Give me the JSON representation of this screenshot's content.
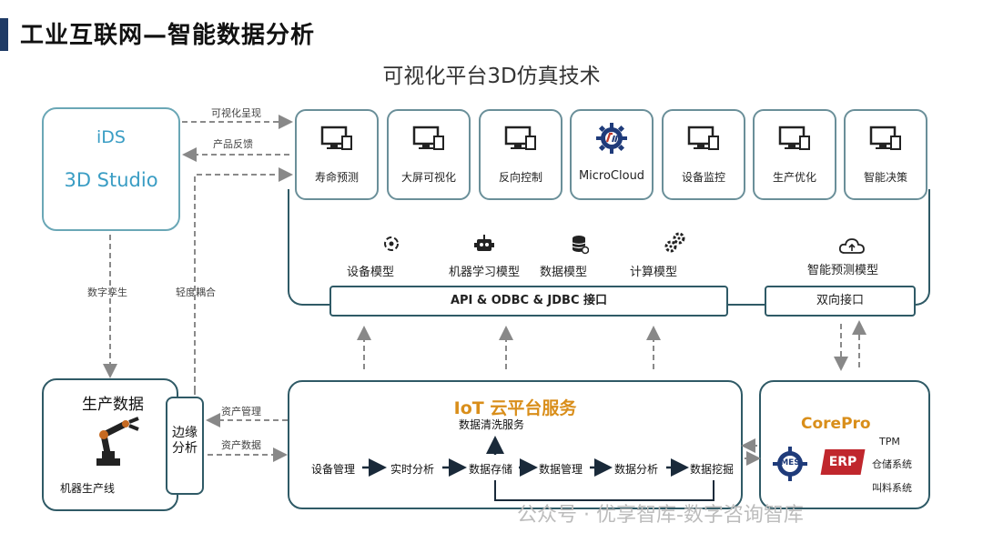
{
  "header": {
    "title": "工业互联网—智能数据分析",
    "subtitle": "可视化平台3D仿真技术"
  },
  "ids": {
    "line1": "iDS",
    "line2": "3D Studio"
  },
  "connectors": {
    "visual": "可视化呈现",
    "feedback": "产品反馈",
    "twin": "数字孪生",
    "coupling": "轻度耦合",
    "asset_mgmt": "资产管理",
    "asset_data": "资产数据"
  },
  "tiles": [
    {
      "label": "寿命预测",
      "icon": "monitor-icon"
    },
    {
      "label": "大屏可视化",
      "icon": "monitor-icon"
    },
    {
      "label": "反向控制",
      "icon": "monitor-icon"
    },
    {
      "label": "MicroCloud",
      "icon": "gear-logo-icon"
    },
    {
      "label": "设备监控",
      "icon": "monitor-icon"
    },
    {
      "label": "生产优化",
      "icon": "monitor-icon"
    },
    {
      "label": "智能决策",
      "icon": "monitor-icon"
    }
  ],
  "models": [
    {
      "label": "设备模型",
      "icon": "device-icon"
    },
    {
      "label": "机器学习模型",
      "icon": "robot-icon"
    },
    {
      "label": "数据模型",
      "icon": "database-icon"
    },
    {
      "label": "计算模型",
      "icon": "gears-icon"
    },
    {
      "label": "智能预测模型",
      "icon": "cloud-icon"
    }
  ],
  "interfaces": {
    "api": "API & ODBC & JDBC 接口",
    "bidirectional": "双向接口"
  },
  "production": {
    "title": "生产数据",
    "caption": "机器生产线",
    "edge": "边缘分析"
  },
  "iot": {
    "title": "IoT 云平台服务",
    "cleaning": "数据清洗服务",
    "flow": [
      "设备管理",
      "实时分析",
      "数据存储",
      "数据管理",
      "数据分析",
      "数据挖掘"
    ]
  },
  "corepro": {
    "title": "CorePro",
    "mes": "MES",
    "erp": "ERP",
    "items": [
      "TPM",
      "仓储系统",
      "叫料系统"
    ]
  },
  "watermark": "公众号 · 优享智库-数字咨询智库",
  "colors": {
    "accent": "#d98e1a",
    "ids_text": "#3a9dc4",
    "border": "#2f5a66",
    "title_bar": "#1f3b66"
  }
}
